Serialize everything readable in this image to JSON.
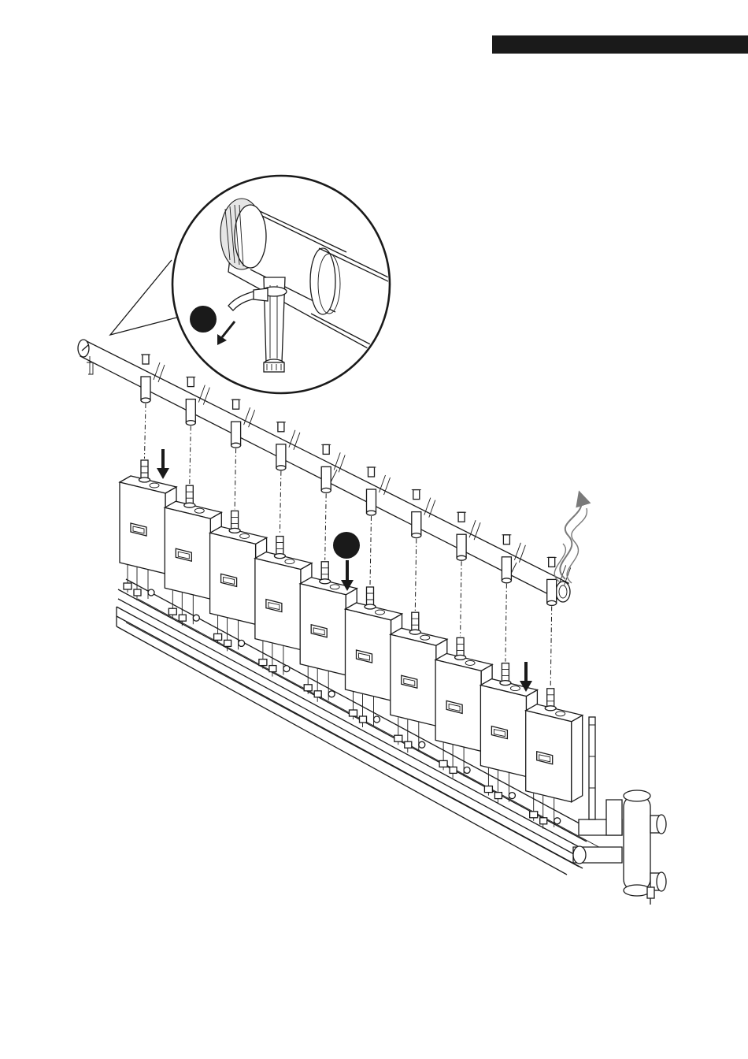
{
  "colors": {
    "line": "#1a1a1a",
    "background": "#ffffff",
    "header_bar": "#1a1a1a",
    "exhaust_smoke": "#7a7a7a",
    "marker_fill": "#1a1a1a"
  },
  "icons": {
    "header": "black-header-bar",
    "callout": "magnified-detail-circle",
    "marker": "step-marker-circle",
    "arrow": "down-arrow",
    "smoke": "exhaust-smoke-icon"
  },
  "boilers": {
    "count": 10
  },
  "flue_connectors": {
    "count": 10
  },
  "step_markers": {
    "count": 2
  },
  "install_arrows": {
    "count": 3
  }
}
